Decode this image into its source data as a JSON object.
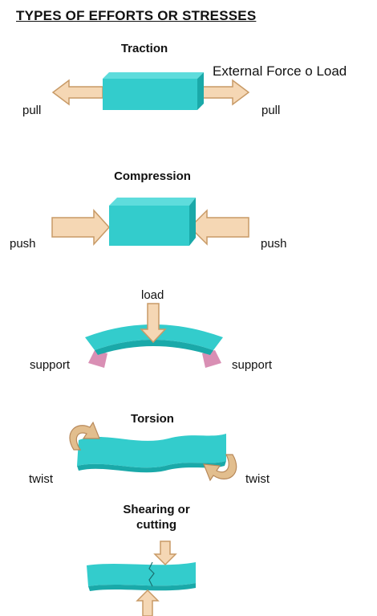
{
  "page_title": "TYPES OF EFFORTS OR STRESSES",
  "traction": {
    "heading": "Traction",
    "external_label": "External Force o Load",
    "left_label": "pull",
    "right_label": "pull"
  },
  "compression": {
    "heading": "Compression",
    "left_label": "push",
    "right_label": "push"
  },
  "bending": {
    "top_label": "load",
    "left_label": "support",
    "right_label": "support"
  },
  "torsion": {
    "heading": "Torsion",
    "left_label": "twist",
    "right_label": "twist"
  },
  "shearing": {
    "heading_line1": "Shearing or",
    "heading_line2": "cutting"
  },
  "colors": {
    "body_fill": "#33CCCC",
    "body_top": "#5EDCDC",
    "body_side": "#1AA9A9",
    "arrow_fill": "#F5D7B4",
    "arrow_stroke": "#C89A66",
    "support_fill": "#D98FB4"
  }
}
